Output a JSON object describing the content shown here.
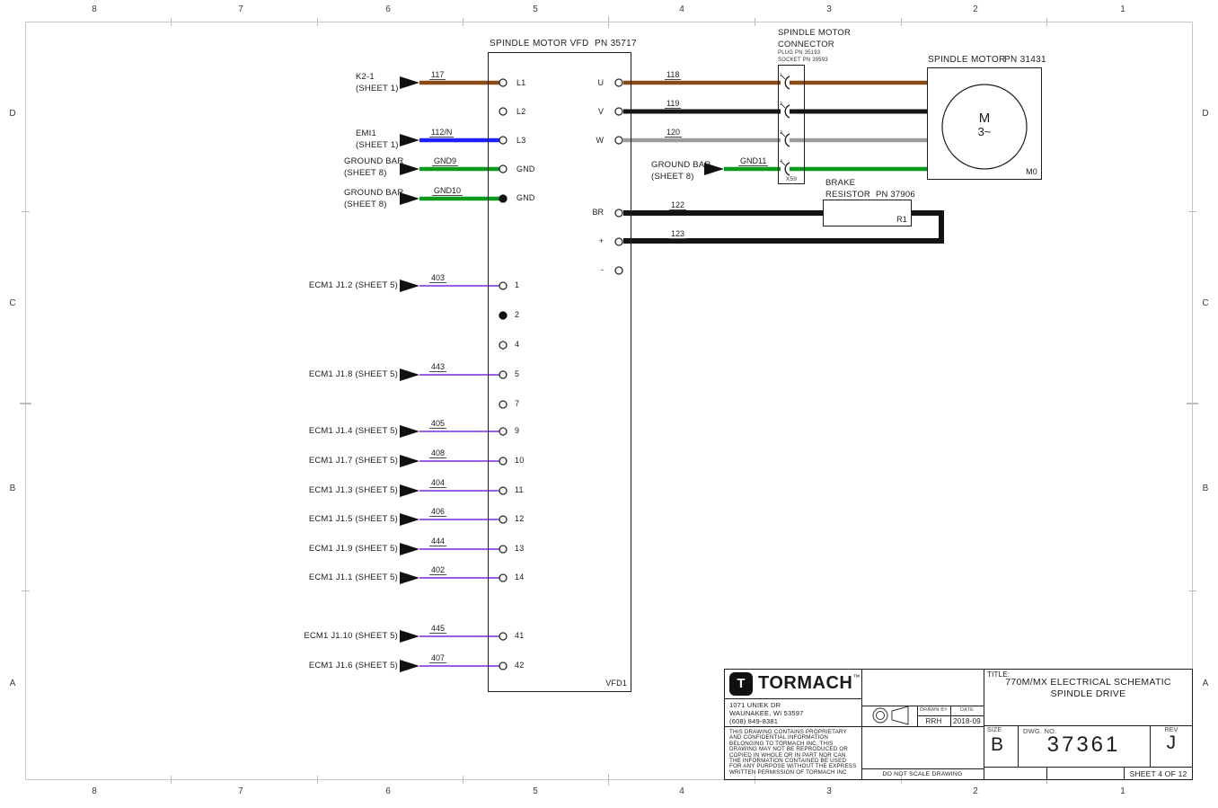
{
  "border": {
    "cols": [
      "8",
      "7",
      "6",
      "5",
      "4",
      "3",
      "2",
      "1"
    ],
    "rows": [
      "D",
      "C",
      "B",
      "A"
    ]
  },
  "vfd": {
    "title": "SPINDLE MOTOR VFD",
    "pn": "PN 35717",
    "ref": "VFD1",
    "terminals": {
      "l1": "L1",
      "l2": "L2",
      "l3": "L3",
      "gnd_a": "GND",
      "gnd_b": "GND",
      "u": "U",
      "v": "V",
      "w": "W",
      "br": "BR",
      "plus": "+",
      "minus": "-"
    },
    "control_terminals": [
      "1",
      "2",
      "4",
      "5",
      "7",
      "9",
      "10",
      "11",
      "12",
      "13",
      "14",
      "41",
      "42"
    ]
  },
  "left_inputs": {
    "k2": {
      "label": "K2-1\n(SHEET 1)",
      "wire": "117"
    },
    "emi": {
      "label": "EMI1\n(SHEET 1)",
      "wire": "112/N"
    },
    "gndbar9": {
      "label": "GROUND BAR\n(SHEET 8)",
      "wire": "GND9"
    },
    "gndbar10": {
      "label": "GROUND BAR\n(SHEET 8)",
      "wire": "GND10"
    },
    "gndbar11": {
      "label": "GROUND BAR\n(SHEET 8)",
      "wire": "GND11"
    },
    "ecm": [
      {
        "label": "ECM1 J1.2 (SHEET 5)",
        "wire": "403",
        "terminal": "1"
      },
      {
        "label": "ECM1 J1.8 (SHEET 5)",
        "wire": "443",
        "terminal": "5"
      },
      {
        "label": "ECM1 J1.4 (SHEET 5)",
        "wire": "405",
        "terminal": "9"
      },
      {
        "label": "ECM1 J1.7 (SHEET 5)",
        "wire": "408",
        "terminal": "10"
      },
      {
        "label": "ECM1 J1.3 (SHEET 5)",
        "wire": "404",
        "terminal": "11"
      },
      {
        "label": "ECM1 J1.5 (SHEET 5)",
        "wire": "406",
        "terminal": "12"
      },
      {
        "label": "ECM1 J1.9 (SHEET 5)",
        "wire": "444",
        "terminal": "13"
      },
      {
        "label": "ECM1 J1.1 (SHEET 5)",
        "wire": "402",
        "terminal": "14"
      },
      {
        "label": "ECM1 J1.10 (SHEET 5)",
        "wire": "445",
        "terminal": "41"
      },
      {
        "label": "ECM1 J1.6 (SHEET 5)",
        "wire": "407",
        "terminal": "42"
      }
    ]
  },
  "motor_wires": {
    "u": "118",
    "v": "119",
    "w": "120"
  },
  "brake_wires": {
    "br": "122",
    "plus": "123"
  },
  "connector": {
    "title": "SPINDLE MOTOR\nCONNECTOR",
    "plug": "PLUG PN 35193",
    "socket": "SOCKET PN 39593",
    "ref": "X59",
    "pins": [
      "1",
      "2",
      "3",
      "4"
    ]
  },
  "motor": {
    "title": "SPINDLE MOTOR",
    "pn": "PN 31431",
    "sym_top": "M",
    "sym_bottom": "3~",
    "ref": "M0"
  },
  "brake": {
    "title": "BRAKE\nRESISTOR",
    "pn": "PN 37906",
    "ref": "R1"
  },
  "titleblock": {
    "brand": "TORMACH",
    "tm": "™",
    "logo_letter": "T",
    "address": "1071 UNIEK DR\nWAUNAKEE, WI 53597\n(608) 849-8381",
    "proprietary": "THIS DRAWING CONTAINS PROPRIETARY\nAND CONFIDENTIAL INFORMATION\nBELONGING TO TORMACH INC. THIS\nDRAWING MAY NOT BE REPRODUCED OR\nCOPIED IN WHOLE OR IN PART NOR CAN\nTHE INFORMATION CONTAINED BE USED\nFOR ANY PURPOSE WITHOUT THE EXPRESS\nWRITTEN PERMISSION OF TORMACH INC",
    "drawn_by_label": "DRAWN BY",
    "drawn_by": "RRH",
    "date_label": "DATE",
    "date": "2018-09",
    "no_scale": "DO NOT SCALE DRAWING",
    "title_label": "TITLE:",
    "title_line1": "770M/MX ELECTRICAL SCHEMATIC",
    "title_line2": "SPINDLE DRIVE",
    "size_label": "SIZE",
    "size": "B",
    "dwg_label": "DWG. NO.",
    "dwg_no": "37361",
    "rev_label": "REV",
    "rev": "J",
    "sheet": "SHEET 4 OF 12"
  },
  "colors": {
    "wire_brown": "#8a4a16",
    "wire_black": "#141414",
    "wire_gray": "#9b9b9b",
    "wire_green": "#0b9a1e",
    "wire_blue": "#1f1fff",
    "wire_purple": "#7d2ae0"
  }
}
